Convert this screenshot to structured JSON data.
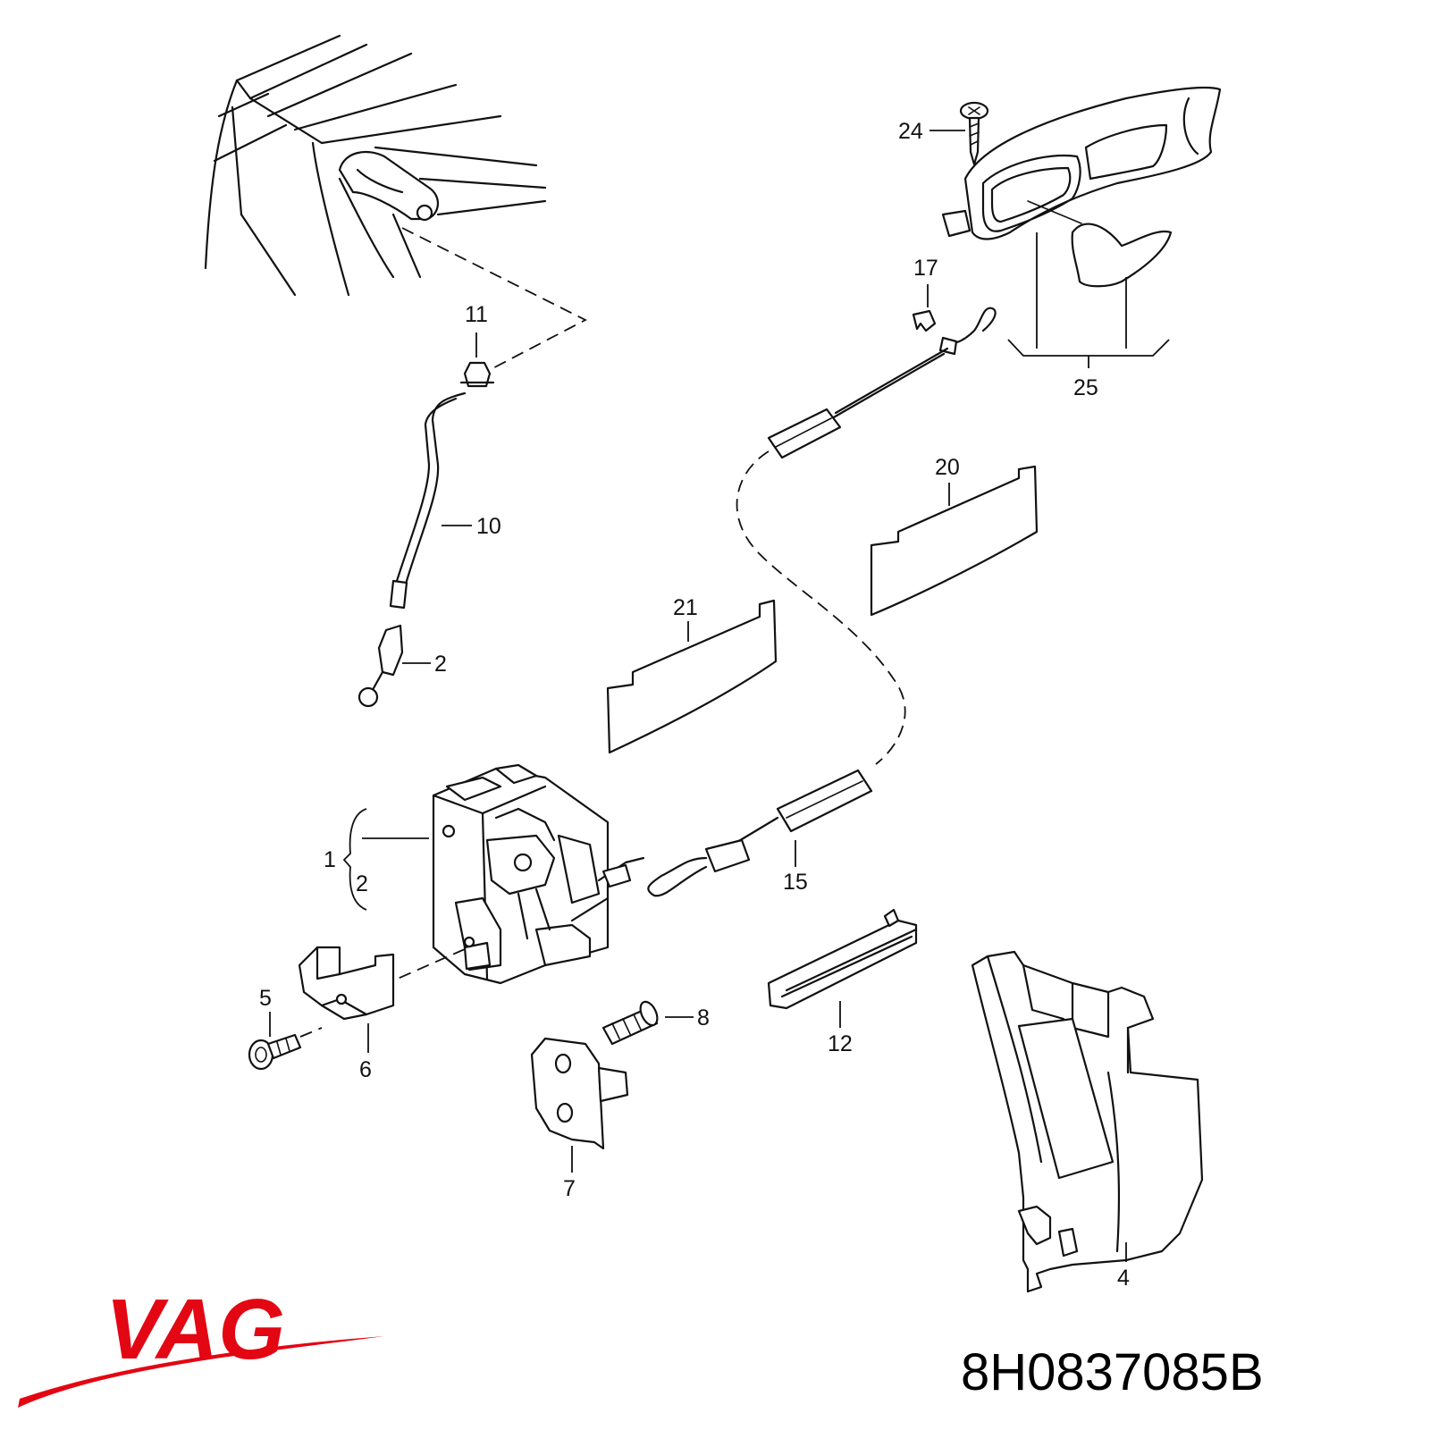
{
  "callouts": {
    "c24": "24",
    "c17": "17",
    "c11": "11",
    "c25": "25",
    "c20": "20",
    "c10": "10",
    "c21": "21",
    "c2a": "2",
    "c1": "1",
    "c2b": "2",
    "c15": "15",
    "c5": "5",
    "c8": "8",
    "c12": "12",
    "c6": "6",
    "c7": "7",
    "c4": "4"
  },
  "brand": {
    "logo_text": "VAG",
    "logo_color": "#e30613"
  },
  "part_number": "8H0837085B",
  "colors": {
    "line": "#111111",
    "background": "#ffffff"
  }
}
